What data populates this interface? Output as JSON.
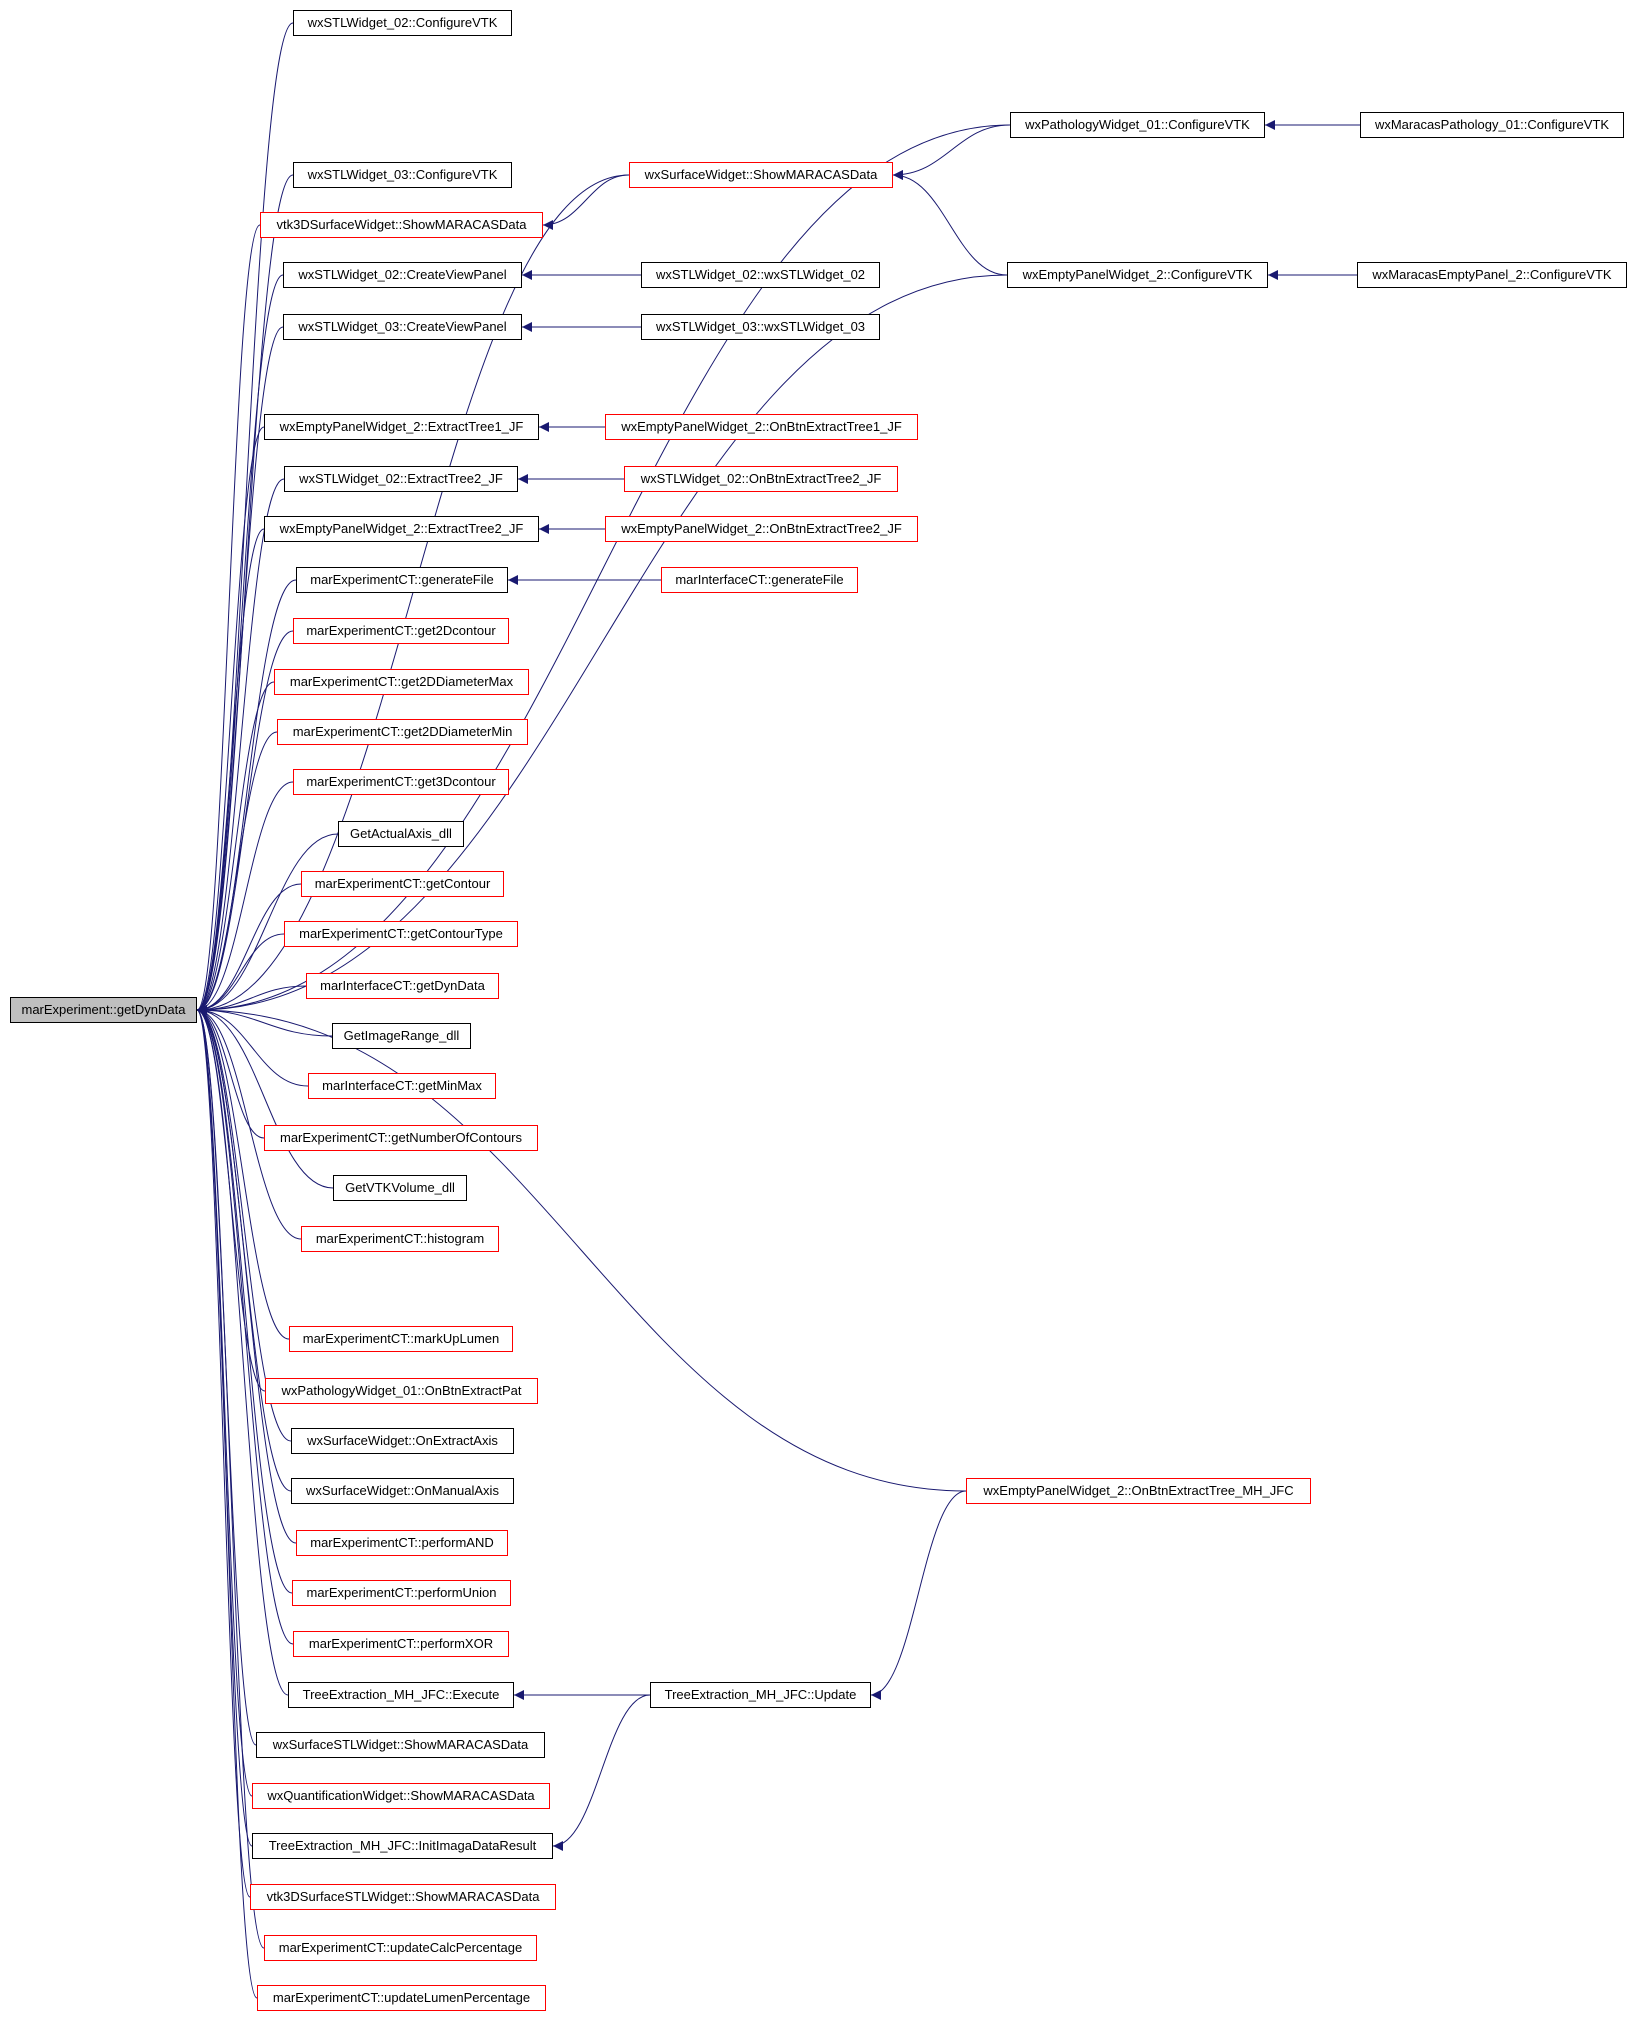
{
  "graph": {
    "root": "marExperiment::getDynData",
    "edge_color": "#191970",
    "nodes": [
      {
        "id": "n0",
        "label": "marExperiment::getDynData",
        "border": "root"
      },
      {
        "id": "n1",
        "label": "wxSTLWidget_02::ConfigureVTK",
        "border": "black"
      },
      {
        "id": "n2",
        "label": "wxSTLWidget_03::ConfigureVTK",
        "border": "black"
      },
      {
        "id": "n3",
        "label": "vtk3DSurfaceWidget::ShowMARACASData",
        "border": "red"
      },
      {
        "id": "n4",
        "label": "wxSTLWidget_02::CreateViewPanel",
        "border": "black"
      },
      {
        "id": "n5",
        "label": "wxSTLWidget_03::CreateViewPanel",
        "border": "black"
      },
      {
        "id": "n6",
        "label": "wxEmptyPanelWidget_2::ExtractTree1_JF",
        "border": "black"
      },
      {
        "id": "n7",
        "label": "wxSTLWidget_02::ExtractTree2_JF",
        "border": "black"
      },
      {
        "id": "n8",
        "label": "wxEmptyPanelWidget_2::ExtractTree2_JF",
        "border": "black"
      },
      {
        "id": "n9",
        "label": "marExperimentCT::generateFile",
        "border": "black"
      },
      {
        "id": "n10",
        "label": "marExperimentCT::get2Dcontour",
        "border": "red"
      },
      {
        "id": "n11",
        "label": "marExperimentCT::get2DDiameterMax",
        "border": "red"
      },
      {
        "id": "n12",
        "label": "marExperimentCT::get2DDiameterMin",
        "border": "red"
      },
      {
        "id": "n13",
        "label": "marExperimentCT::get3Dcontour",
        "border": "red"
      },
      {
        "id": "n14",
        "label": "GetActualAxis_dll",
        "border": "black"
      },
      {
        "id": "n15",
        "label": "marExperimentCT::getContour",
        "border": "red"
      },
      {
        "id": "n16",
        "label": "marExperimentCT::getContourType",
        "border": "red"
      },
      {
        "id": "n17",
        "label": "marInterfaceCT::getDynData",
        "border": "red"
      },
      {
        "id": "n18",
        "label": "GetImageRange_dll",
        "border": "black"
      },
      {
        "id": "n19",
        "label": "marInterfaceCT::getMinMax",
        "border": "red"
      },
      {
        "id": "n20",
        "label": "marExperimentCT::getNumberOfContours",
        "border": "red"
      },
      {
        "id": "n21",
        "label": "GetVTKVolume_dll",
        "border": "black"
      },
      {
        "id": "n22",
        "label": "marExperimentCT::histogram",
        "border": "red"
      },
      {
        "id": "n23",
        "label": "marExperimentCT::markUpLumen",
        "border": "red"
      },
      {
        "id": "n24",
        "label": "wxPathologyWidget_01::OnBtnExtractPat",
        "border": "red"
      },
      {
        "id": "n25",
        "label": "wxSurfaceWidget::OnExtractAxis",
        "border": "black"
      },
      {
        "id": "n26",
        "label": "wxSurfaceWidget::OnManualAxis",
        "border": "black"
      },
      {
        "id": "n27",
        "label": "marExperimentCT::performAND",
        "border": "red"
      },
      {
        "id": "n28",
        "label": "marExperimentCT::performUnion",
        "border": "red"
      },
      {
        "id": "n29",
        "label": "marExperimentCT::performXOR",
        "border": "red"
      },
      {
        "id": "n30",
        "label": "TreeExtraction_MH_JFC::Execute",
        "border": "black"
      },
      {
        "id": "n31",
        "label": "wxSurfaceSTLWidget::ShowMARACASData",
        "border": "black"
      },
      {
        "id": "n32",
        "label": "wxQuantificationWidget::ShowMARACASData",
        "border": "red"
      },
      {
        "id": "n33",
        "label": "TreeExtraction_MH_JFC::InitImagaDataResult",
        "border": "black"
      },
      {
        "id": "n34",
        "label": "vtk3DSurfaceSTLWidget::ShowMARACASData",
        "border": "red"
      },
      {
        "id": "n35",
        "label": "marExperimentCT::updateCalcPercentage",
        "border": "red"
      },
      {
        "id": "n36",
        "label": "marExperimentCT::updateLumenPercentage",
        "border": "red"
      },
      {
        "id": "n37",
        "label": "wxSurfaceWidget::ShowMARACASData",
        "border": "red"
      },
      {
        "id": "n38",
        "label": "wxSTLWidget_02::wxSTLWidget_02",
        "border": "black"
      },
      {
        "id": "n39",
        "label": "wxSTLWidget_03::wxSTLWidget_03",
        "border": "black"
      },
      {
        "id": "n40",
        "label": "wxEmptyPanelWidget_2::OnBtnExtractTree1_JF",
        "border": "red"
      },
      {
        "id": "n41",
        "label": "wxSTLWidget_02::OnBtnExtractTree2_JF",
        "border": "red"
      },
      {
        "id": "n42",
        "label": "wxEmptyPanelWidget_2::OnBtnExtractTree2_JF",
        "border": "red"
      },
      {
        "id": "n43",
        "label": "marInterfaceCT::generateFile",
        "border": "red"
      },
      {
        "id": "n44",
        "label": "TreeExtraction_MH_JFC::Update",
        "border": "black"
      },
      {
        "id": "n45",
        "label": "wxPathologyWidget_01::ConfigureVTK",
        "border": "black"
      },
      {
        "id": "n46",
        "label": "wxEmptyPanelWidget_2::ConfigureVTK",
        "border": "black"
      },
      {
        "id": "n47",
        "label": "wxEmptyPanelWidget_2::OnBtnExtractTree_MH_JFC",
        "border": "red"
      },
      {
        "id": "n48",
        "label": "wxMaracasPathology_01::ConfigureVTK",
        "border": "black"
      },
      {
        "id": "n49",
        "label": "wxMaracasEmptyPanel_2::ConfigureVTK",
        "border": "black"
      }
    ],
    "edges": [
      [
        "n1",
        "n0"
      ],
      [
        "n37",
        "n0"
      ],
      [
        "n45",
        "n0"
      ],
      [
        "n2",
        "n0"
      ],
      [
        "n3",
        "n0"
      ],
      [
        "n4",
        "n0"
      ],
      [
        "n5",
        "n0"
      ],
      [
        "n46",
        "n0"
      ],
      [
        "n6",
        "n0"
      ],
      [
        "n7",
        "n0"
      ],
      [
        "n8",
        "n0"
      ],
      [
        "n9",
        "n0"
      ],
      [
        "n10",
        "n0"
      ],
      [
        "n11",
        "n0"
      ],
      [
        "n12",
        "n0"
      ],
      [
        "n13",
        "n0"
      ],
      [
        "n14",
        "n0"
      ],
      [
        "n15",
        "n0"
      ],
      [
        "n16",
        "n0"
      ],
      [
        "n17",
        "n0"
      ],
      [
        "n18",
        "n0"
      ],
      [
        "n19",
        "n0"
      ],
      [
        "n20",
        "n0"
      ],
      [
        "n21",
        "n0"
      ],
      [
        "n22",
        "n0"
      ],
      [
        "n47",
        "n0"
      ],
      [
        "n23",
        "n0"
      ],
      [
        "n24",
        "n0"
      ],
      [
        "n25",
        "n0"
      ],
      [
        "n26",
        "n0"
      ],
      [
        "n27",
        "n0"
      ],
      [
        "n28",
        "n0"
      ],
      [
        "n29",
        "n0"
      ],
      [
        "n30",
        "n0"
      ],
      [
        "n31",
        "n0"
      ],
      [
        "n32",
        "n0"
      ],
      [
        "n33",
        "n0"
      ],
      [
        "n34",
        "n0"
      ],
      [
        "n35",
        "n0"
      ],
      [
        "n36",
        "n0"
      ],
      [
        "n45",
        "n37"
      ],
      [
        "n46",
        "n37"
      ],
      [
        "n37",
        "n3"
      ],
      [
        "n38",
        "n4"
      ],
      [
        "n39",
        "n5"
      ],
      [
        "n40",
        "n6"
      ],
      [
        "n41",
        "n7"
      ],
      [
        "n42",
        "n8"
      ],
      [
        "n43",
        "n9"
      ],
      [
        "n44",
        "n30"
      ],
      [
        "n44",
        "n33"
      ],
      [
        "n47",
        "n44"
      ],
      [
        "n48",
        "n45"
      ],
      [
        "n49",
        "n46"
      ]
    ]
  }
}
